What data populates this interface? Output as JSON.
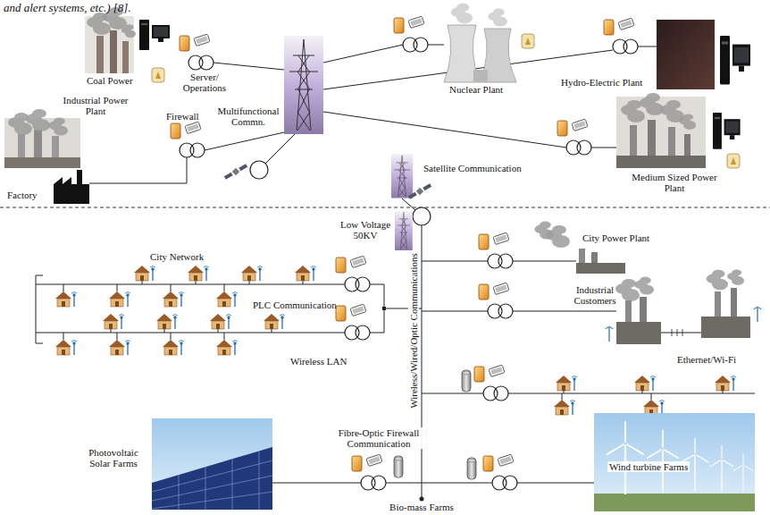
{
  "diagram": {
    "labels": [
      "and alert systems, etc.) [8].",
      "Coal Power",
      "Server/ Operations",
      "Nuclear Plant",
      "Hydro-Electric Plant",
      "Industrial Power Plant",
      "Firewall",
      "Multifunctional Commn.",
      "Factory",
      "Satellite Communication",
      "Medium Sized Power Plant",
      "Low Voltage 50KV",
      "City Network",
      "City Power Plant",
      "PLC Communication",
      "Industrial Customers",
      "Wireless/Wired/Optic Communications",
      "Wireless LAN",
      "Ethernet/Wi-Fi",
      "Fibre-Optic Firewall Communication",
      "Photovoltaic Solar Farms",
      "Wind turbine Farms",
      "Bio-mass Farms"
    ]
  }
}
